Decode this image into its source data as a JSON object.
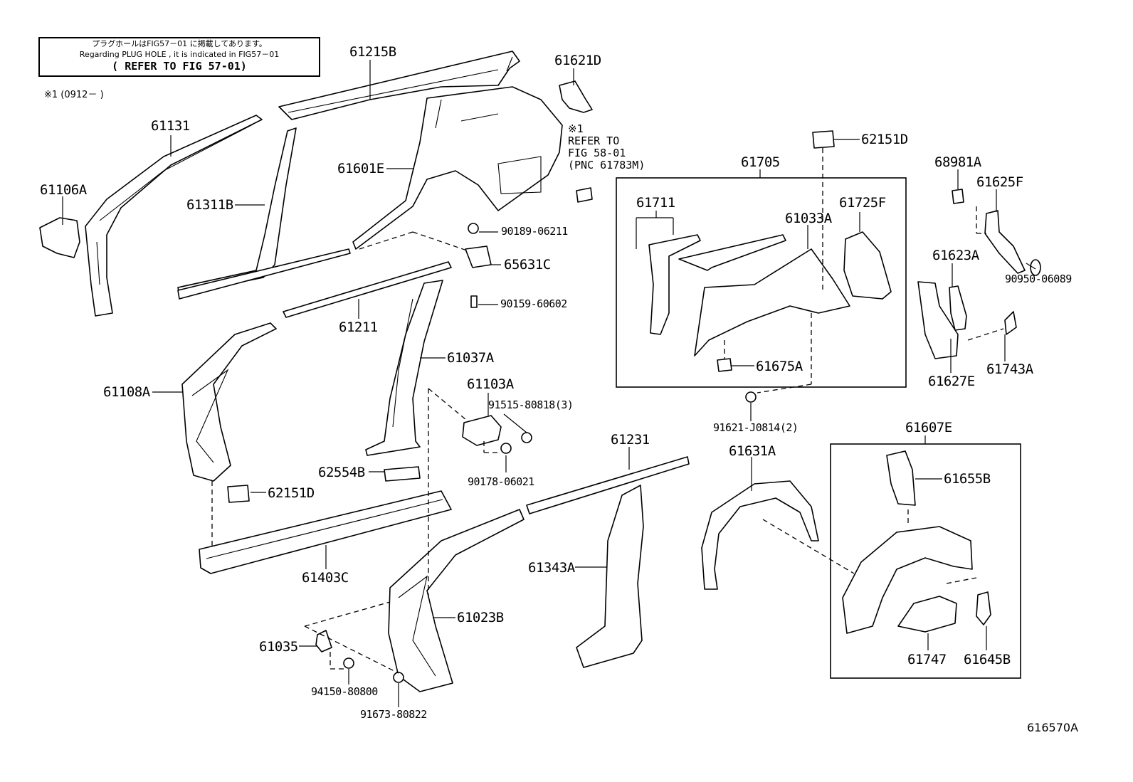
{
  "note_box": {
    "line1": "プラグホールはFIG57－01 に掲載してあります。",
    "line2": "Regarding  PLUG HOLE , it is indicated  in  FIG57－01",
    "line3": "( REFER TO FIG 57-01)"
  },
  "footnote": "※1 (0912－       )",
  "refer_note": {
    "line1": "※1",
    "line2": "REFER TO",
    "line3": "FIG 58-01",
    "line4": "(PNC 61783M)"
  },
  "figure_id": "616570A",
  "labels": {
    "p61215B": "61215B",
    "p61621D": "61621D",
    "p61131": "61131",
    "p61601E": "61601E",
    "p61106A": "61106A",
    "p61311B": "61311B",
    "p62151D_top": "62151D",
    "p61705": "61705",
    "p68981A": "68981A",
    "p61625F": "61625F",
    "p61711": "61711",
    "p61033A": "61033A",
    "p61725F": "61725F",
    "p90189": "90189-06211",
    "p65631C": "65631C",
    "p90950": "90950-06089",
    "p61623A": "61623A",
    "p90159": "90159-60602",
    "p61211": "61211",
    "p61037A": "61037A",
    "p61675A": "61675A",
    "p61743A": "61743A",
    "p61627E": "61627E",
    "p61108A": "61108A",
    "p61103A": "61103A",
    "p91515": "91515-80818(3)",
    "p91621": "91621-J0814(2)",
    "p61607E": "61607E",
    "p61231": "61231",
    "p61631A": "61631A",
    "p62554B": "62554B",
    "p90178": "90178-06021",
    "p61655B": "61655B",
    "p62151D_bottom": "62151D",
    "p61343A": "61343A",
    "p61403C": "61403C",
    "p61023B": "61023B",
    "p61035": "61035",
    "p94150": "94150-80800",
    "p91673": "91673-80822",
    "p61747": "61747",
    "p61645B": "61645B"
  }
}
